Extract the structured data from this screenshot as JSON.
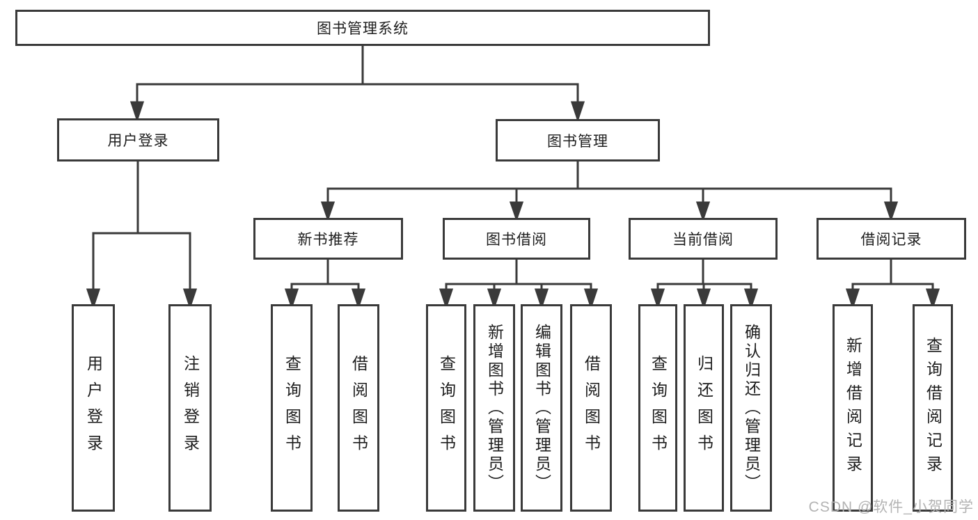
{
  "tree": {
    "label": "图书管理系统",
    "children": [
      {
        "label": "用户登录",
        "children": [
          {
            "label": "用户登录"
          },
          {
            "label": "注销登录"
          }
        ]
      },
      {
        "label": "图书管理",
        "children": [
          {
            "label": "新书推荐",
            "children": [
              {
                "label": "查询图书"
              },
              {
                "label": "借阅图书"
              }
            ]
          },
          {
            "label": "图书借阅",
            "children": [
              {
                "label": "查询图书"
              },
              {
                "label": "新增图书（管理员）"
              },
              {
                "label": "编辑图书（管理员）"
              },
              {
                "label": "借阅图书"
              }
            ]
          },
          {
            "label": "当前借阅",
            "children": [
              {
                "label": "查询图书"
              },
              {
                "label": "归还图书"
              },
              {
                "label": "确认归还（管理员）"
              }
            ]
          },
          {
            "label": "借阅记录",
            "children": [
              {
                "label": "新增借阅记录"
              },
              {
                "label": "查询借阅记录"
              }
            ]
          }
        ]
      }
    ]
  },
  "watermark": {
    "text": "CSDN @软件_小贺同学"
  },
  "colors": {
    "line": "#3a3a3a",
    "text": "#1d1d1d",
    "watermark": "#b3b3b3"
  }
}
